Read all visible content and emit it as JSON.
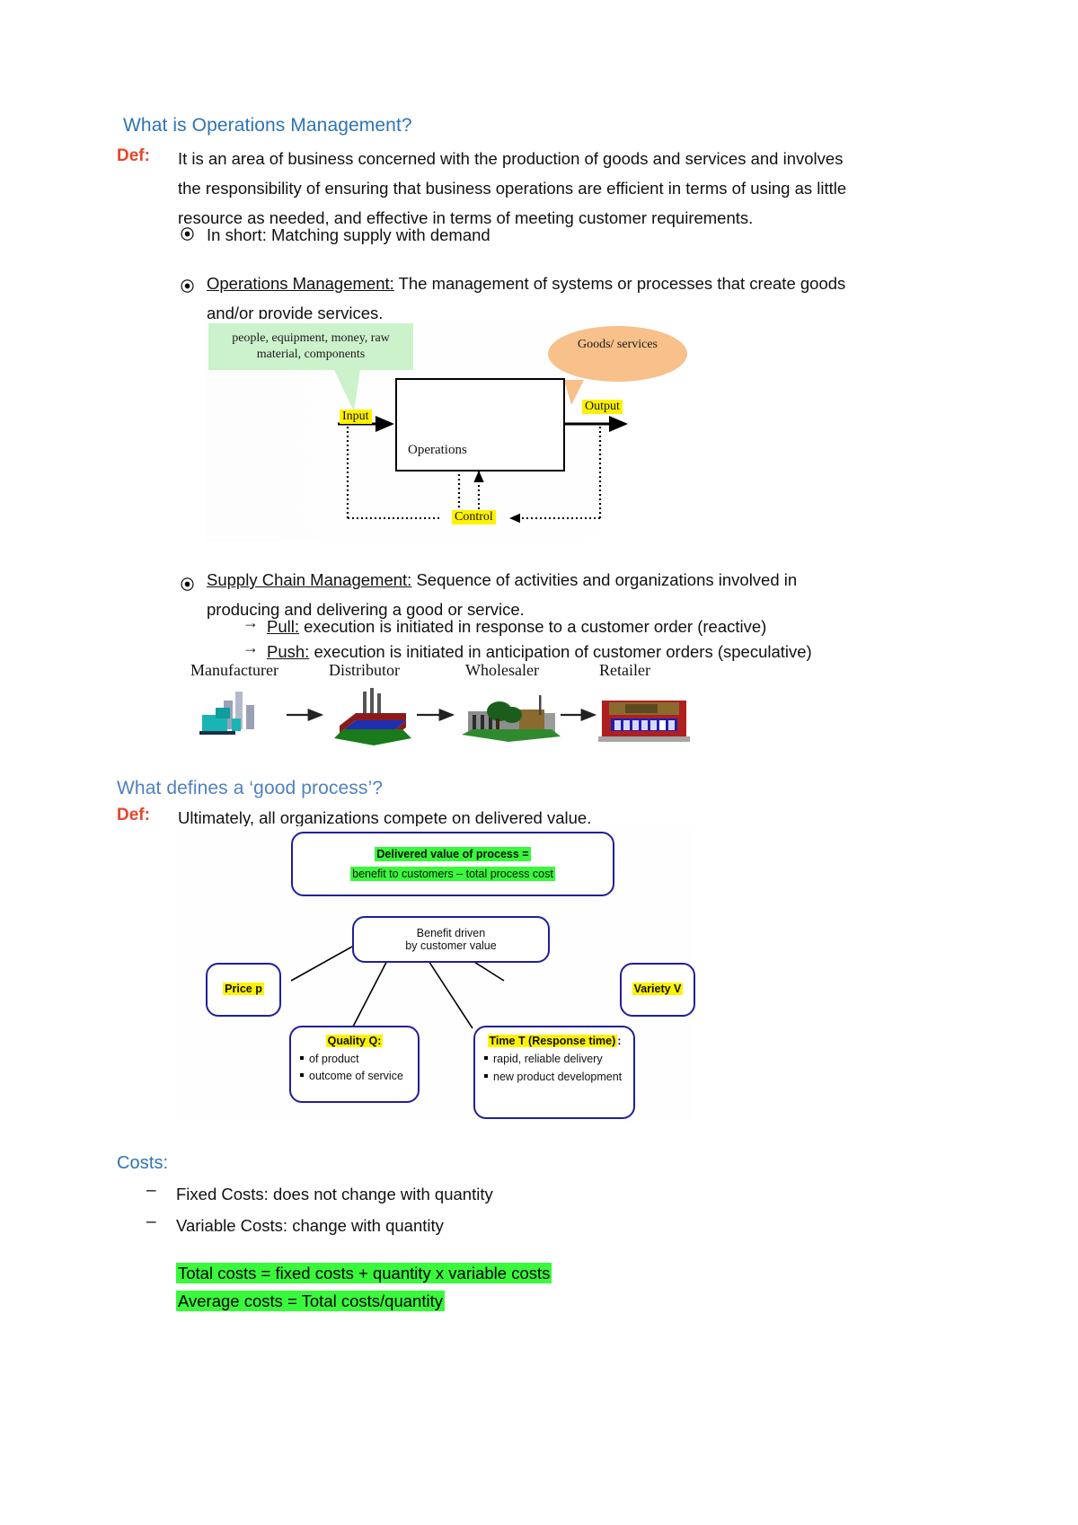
{
  "doc": {
    "section1": {
      "heading": "What is Operations Management?",
      "def_label": "Def:",
      "def_text": "It is an area of business concerned with the production of goods and services and involves the responsibility of ensuring that business operations are efficient in terms of using as little resource as needed, and effective in terms of meeting customer requirements.",
      "bullets": [
        {
          "text": "In short: Matching supply with demand"
        },
        {
          "term": "Operations Management:",
          "text": "The management of systems or processes that create goods and/or provide services."
        },
        {
          "term": "Supply Chain Management:",
          "text": "Sequence of activities and organizations involved in producing and delivering a good or service."
        }
      ],
      "sub_arrows": [
        {
          "term": "Pull:",
          "text": "execution is initiated in response to a customer order (reactive)"
        },
        {
          "term": "Push:",
          "text": "execution is initiated in anticipation of customer orders (speculative)"
        }
      ]
    },
    "figure_operations": {
      "input_sources": "people, equipment, money, raw material, components",
      "output_bubble": "Goods/ services",
      "input_tag": "Input",
      "output_tag": "Output",
      "ops_label": "Operations",
      "control_tag": "Control"
    },
    "figure_supply_chain": {
      "nodes": [
        "Manufacturer",
        "Distributor",
        "Wholesaler",
        "Retailer"
      ]
    },
    "section2": {
      "heading": "What defines a ‘good process’?",
      "def_label": "Def:",
      "def_text": "Ultimately, all organizations compete on delivered value."
    },
    "figure_value": {
      "top_box_line1": "Delivered value of process =",
      "top_box_line2": "benefit to customers – total process cost",
      "center_line1": "Benefit driven",
      "center_line2": "by customer value",
      "price_box": "Price p",
      "variety_box": "Variety V",
      "quality_title": "Quality Q:",
      "quality_items": [
        "of product",
        "outcome of service"
      ],
      "time_title_hl": "Time T (Response time)",
      "time_title_tail": ":",
      "time_items": [
        "rapid, reliable delivery",
        "new product development"
      ]
    },
    "section3": {
      "heading": "Costs:",
      "items": [
        "Fixed Costs: does not change with quantity",
        "Variable Costs: change with quantity"
      ],
      "formulas": [
        "Total costs = fixed costs + quantity x variable costs",
        "Average costs = Total costs/quantity"
      ]
    },
    "colors": {
      "heading_blue": "#2e74b5",
      "def_red": "#e8462c",
      "highlight_green": "#39f93b",
      "highlight_yellow": "#fff200",
      "box_blue": "#1f1f9c",
      "callout_green": "#ccf2cc",
      "bubble_orange": "#f8c08a"
    }
  }
}
